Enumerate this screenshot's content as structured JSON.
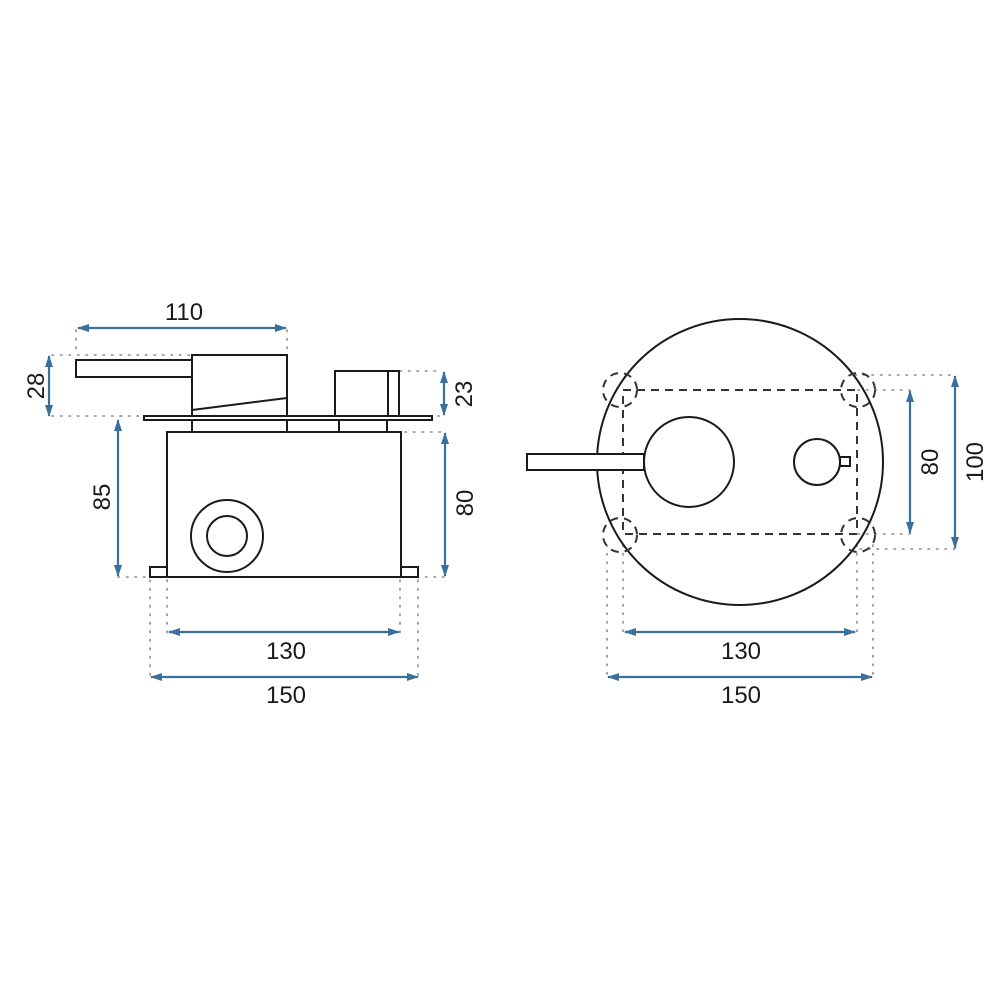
{
  "diagram": {
    "type": "technical-drawing",
    "subject": "concealed shower mixer dimensions",
    "colors": {
      "outline": "#1a1a1a",
      "dimension_arrow": "#3b6f9c",
      "extension_line": "#8a8a8a",
      "background": "#ffffff"
    },
    "side_view": {
      "dimensions": {
        "lever_length": "110",
        "handle_height": "28",
        "knob_height": "23",
        "total_box_depth": "85",
        "box_depth": "80",
        "box_inner_width": "130",
        "box_outer_width": "150"
      }
    },
    "front_view": {
      "dimensions": {
        "cutout_height": "80",
        "plate_height": "100",
        "cutout_width": "130",
        "plate_width": "150"
      }
    }
  }
}
